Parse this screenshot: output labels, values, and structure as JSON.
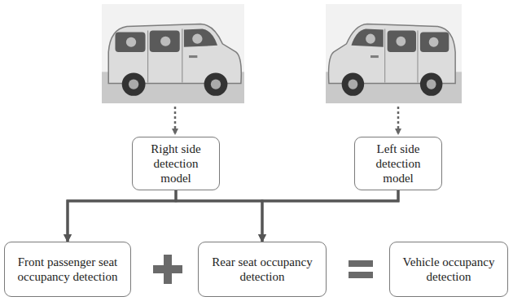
{
  "diagram": {
    "nodes": [
      {
        "text": [
          "Right side detection model"
        ]
      },
      {
        "text": [
          "Left side detection model"
        ]
      },
      {
        "text": [
          "Front passenger seat occupancy detection"
        ]
      },
      {
        "text": [
          "Rear seat occupancy detection"
        ]
      },
      {
        "text": [
          "Vehicle occupancy detection"
        ]
      }
    ],
    "edges": [
      {
        "from": 0,
        "to": 2,
        "arrow": "to"
      },
      {
        "from": 0,
        "to": 3,
        "arrow": "to"
      },
      {
        "from": 1,
        "to": 2,
        "arrow": "to"
      },
      {
        "from": 1,
        "to": 3,
        "arrow": "to"
      }
    ]
  }
}
